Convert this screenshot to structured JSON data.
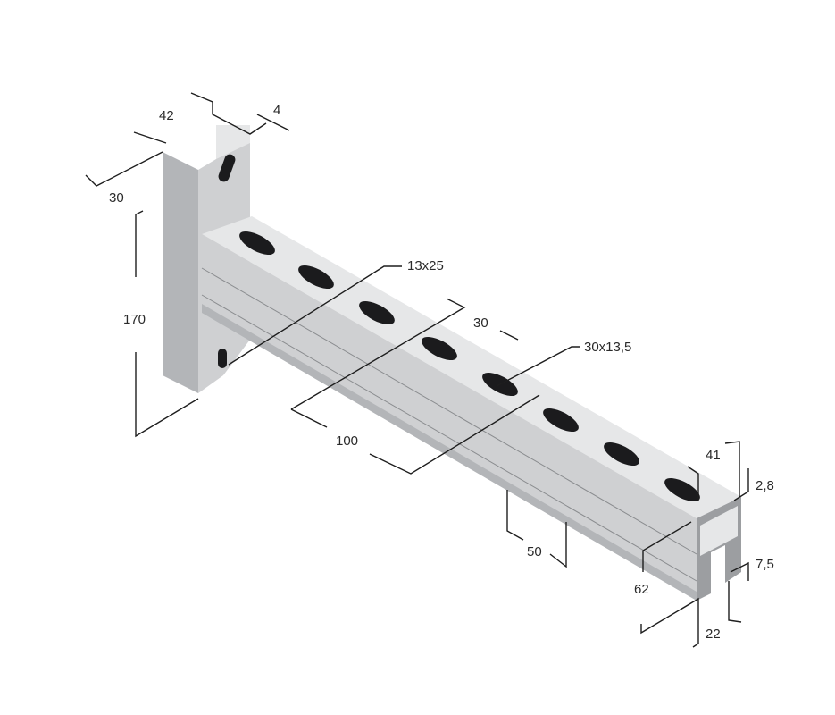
{
  "dimensions": {
    "wall_plate_width": "42",
    "plate_thickness": "4",
    "plate_depth": "30",
    "plate_height": "170",
    "slot_size": "13x25",
    "slot_spacing": "30",
    "slot_size_channel": "30x13,5",
    "first_slot_offset": "100",
    "side_slot_spacing": "50",
    "channel_width": "41",
    "wall_thickness": "2,8",
    "lip_height": "7,5",
    "channel_height": "62",
    "opening_width": "22"
  },
  "colors": {
    "steel_light": "#e6e7e8",
    "steel_mid": "#cfd0d2",
    "steel_dark": "#9c9ea1",
    "dimension_lines": "#1e1e1e"
  }
}
